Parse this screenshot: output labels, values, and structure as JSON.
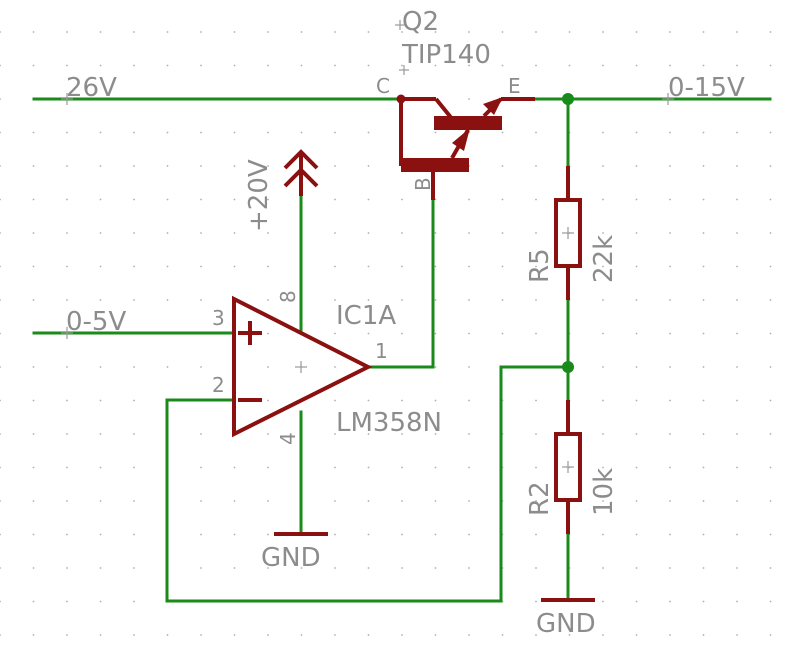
{
  "schematic": {
    "transistor": {
      "name": "Q2",
      "value": "TIP140",
      "pin_c": "C",
      "pin_b": "B",
      "pin_e": "E"
    },
    "opamp": {
      "name": "IC1A",
      "value": "LM358N",
      "pin_in_plus": "3",
      "pin_in_minus": "2",
      "pin_out": "1",
      "pin_vcc": "8",
      "pin_gnd": "4"
    },
    "resistor_top": {
      "name": "R5",
      "value": "22k"
    },
    "resistor_bottom": {
      "name": "R2",
      "value": "10k"
    },
    "nets": {
      "supply_in": "26V",
      "output": "0-15V",
      "control_in": "0-5V",
      "opamp_supply": "+20V",
      "ground_opamp": "GND",
      "ground_divider": "GND"
    },
    "colors": {
      "wire": "#1a8a1a",
      "symbol": "#8b1010",
      "text": "#8c8c8c",
      "grid": "#b0b0b0"
    }
  }
}
